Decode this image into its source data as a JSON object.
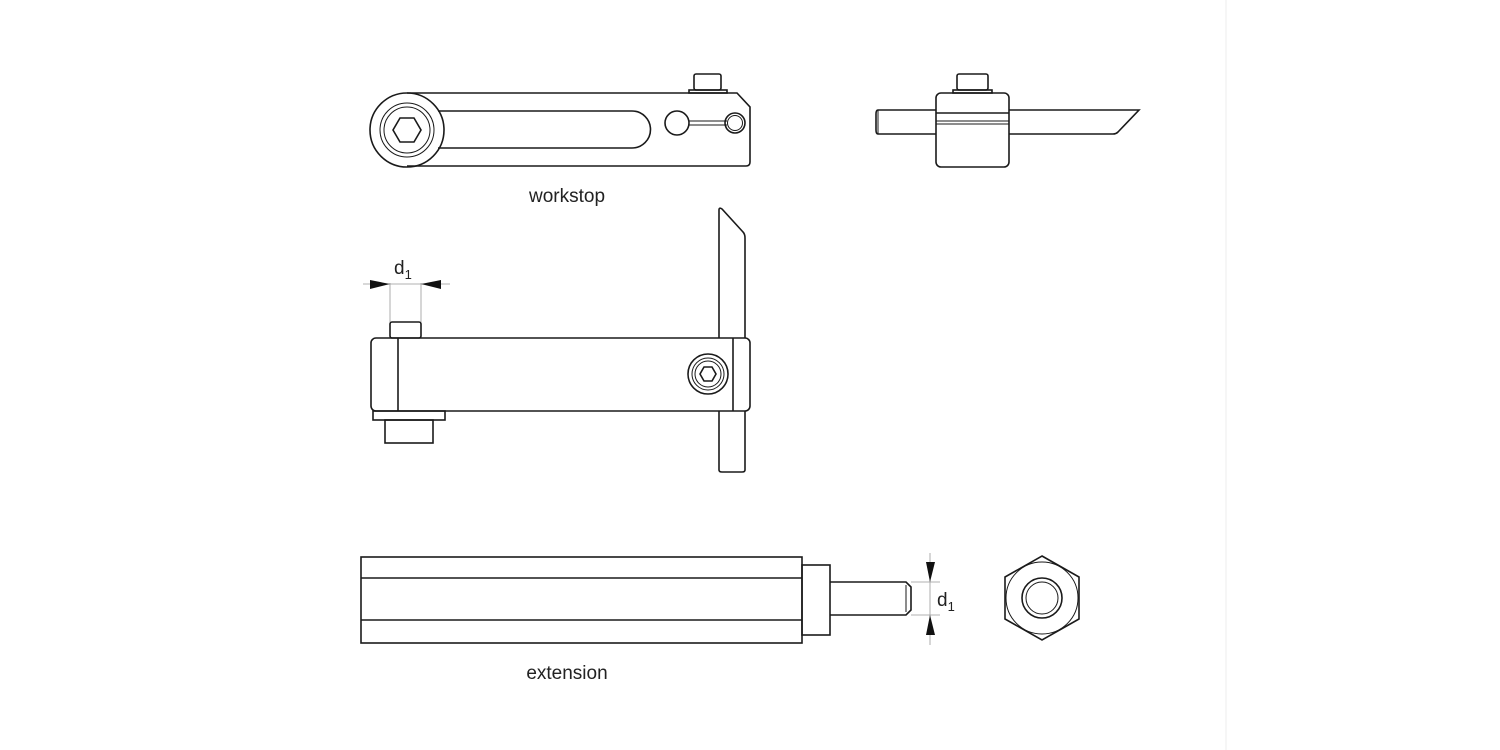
{
  "labels": {
    "workstop": "workstop",
    "extension": "extension"
  },
  "dimensions": {
    "d1_main": "d",
    "d1_main_sub": "1",
    "d1_ext": "d",
    "d1_ext_sub": "1"
  }
}
